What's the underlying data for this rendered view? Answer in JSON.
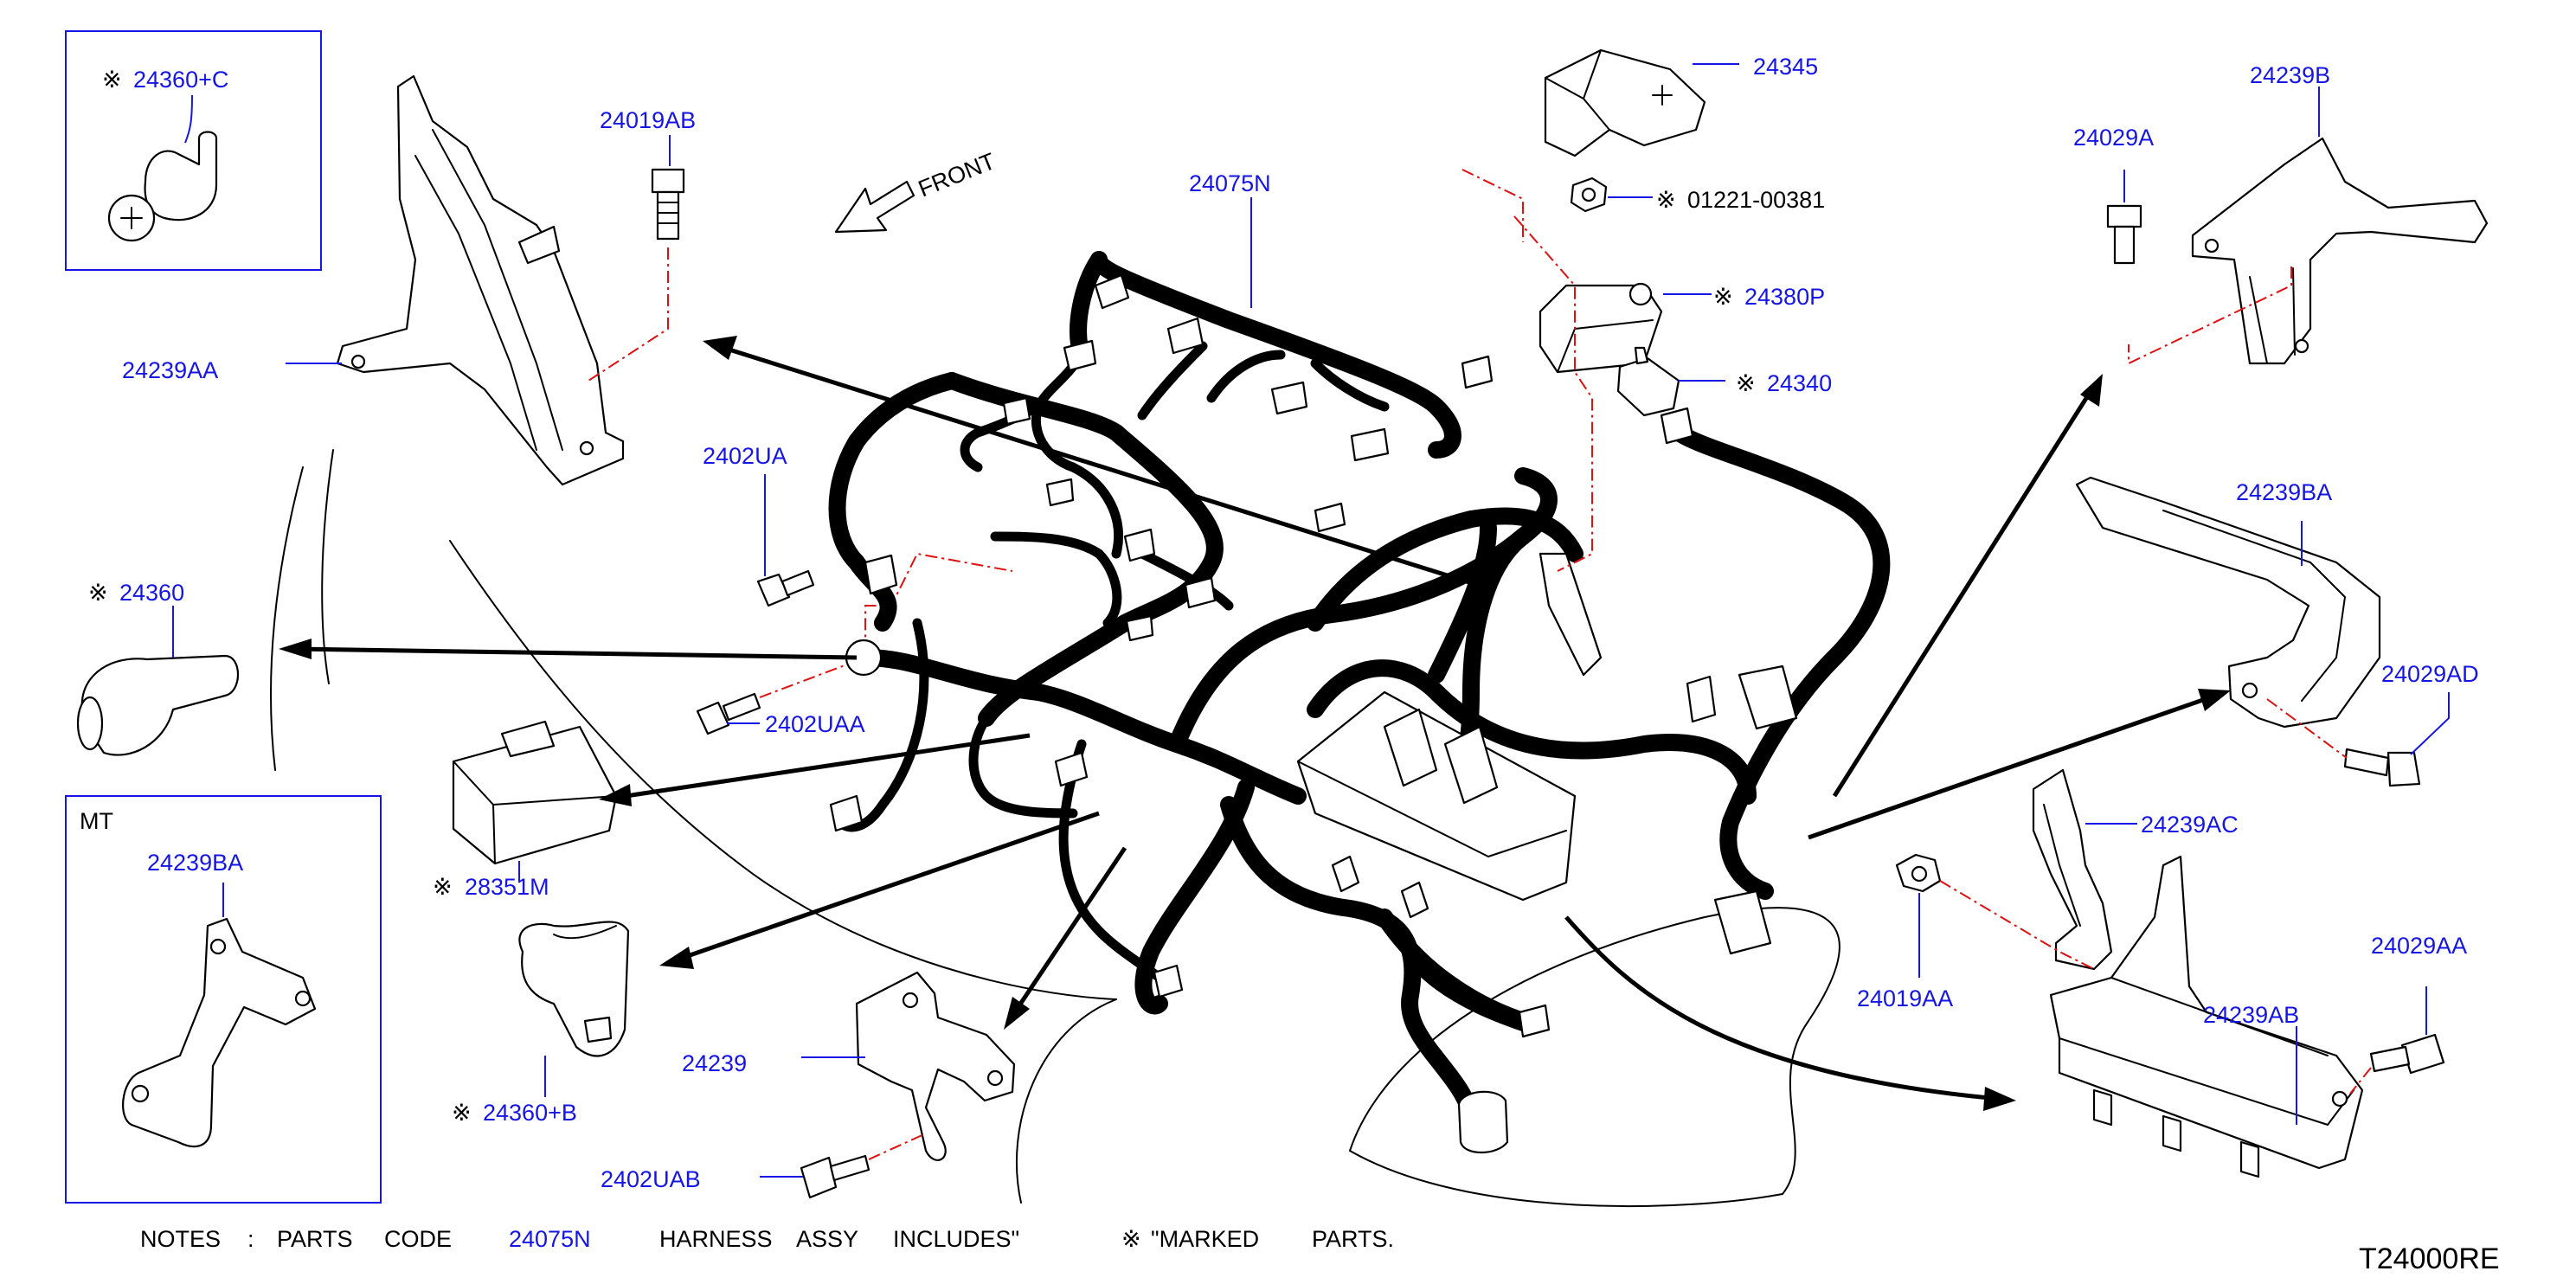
{
  "front_label": "FRONT",
  "drawing_code": "T24000RE",
  "notes": {
    "prefix": "NOTES",
    "colon": ":",
    "w1": "PARTS",
    "w2": "CODE",
    "code": "24075N",
    "w3": "HARNESS",
    "w4": "ASSY",
    "w5": "INCLUDES\"",
    "marked": "\"MARKED",
    "parts": "PARTS."
  },
  "mark_symbol": "※",
  "inset_mt": "MT",
  "labels": {
    "p24360c": "24360+C",
    "p24019ab": "24019AB",
    "p24239aa": "24239AA",
    "p2402ua": "2402UA",
    "p24360": "24360",
    "p2402uaa": "2402UAA",
    "p28351m": "28351M",
    "p24239ba_mt": "24239BA",
    "p24360b": "24360+B",
    "p24239": "24239",
    "p2402uab": "2402UAB",
    "p24075n": "24075N",
    "p24345": "24345",
    "p01221": "01221-00381",
    "p24380p": "24380P",
    "p24340": "24340",
    "p24029a": "24029A",
    "p24239b": "24239B",
    "p24239ba": "24239BA",
    "p24029ad": "24029AD",
    "p24239ac": "24239AC",
    "p24019aa": "24019AA",
    "p24029aa": "24029AA",
    "p24239ab": "24239AB"
  }
}
